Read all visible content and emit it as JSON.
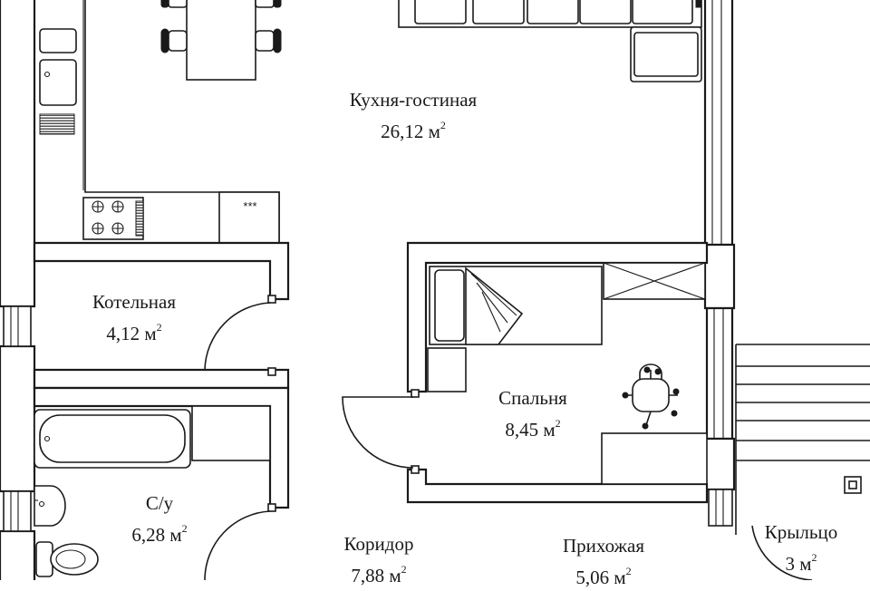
{
  "rooms": [
    {
      "id": "kitchen-living",
      "name": "Кухня-гостиная",
      "area": "26,12",
      "unit": "м",
      "unit_power": "2"
    },
    {
      "id": "boiler",
      "name": "Котельная",
      "area": "4,12",
      "unit": "м",
      "unit_power": "2"
    },
    {
      "id": "bedroom",
      "name": "Спальня",
      "area": "8,45",
      "unit": "м",
      "unit_power": "2"
    },
    {
      "id": "bathroom",
      "name": "С/у",
      "area": "6,28",
      "unit": "м",
      "unit_power": "2"
    },
    {
      "id": "corridor",
      "name": "Коридор",
      "area": "7,88",
      "unit": "м",
      "unit_power": "2"
    },
    {
      "id": "hallway",
      "name": "Прихожая",
      "area": "5,06",
      "unit": "м",
      "unit_power": "2"
    },
    {
      "id": "porch",
      "name": "Крыльцо",
      "area": "3",
      "unit": "м",
      "unit_power": "2"
    }
  ],
  "appliances": {
    "dishwasher_marking": "***"
  },
  "colors": {
    "line": "#1a1a1a",
    "background": "#ffffff"
  }
}
